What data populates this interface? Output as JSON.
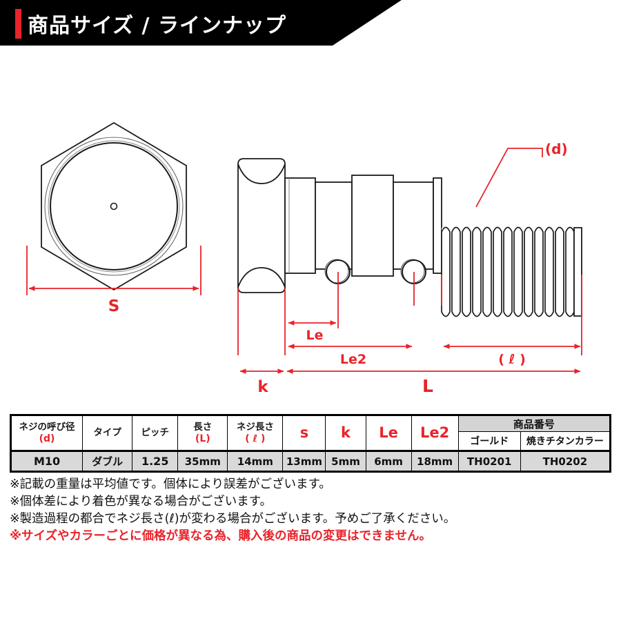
{
  "header": {
    "title": "商品サイズ / ラインナップ",
    "accent_color": "#e8232a",
    "background_color": "#000000",
    "text_color": "#ffffff"
  },
  "diagram": {
    "front_view": {
      "name": "hex-head-front-view",
      "dimension_label": "S"
    },
    "side_view": {
      "name": "banjo-bolt-side-view",
      "labels": {
        "thread_diameter": "(d)",
        "head_height": "k",
        "port_one": "Le",
        "port_two": "Le2",
        "thread_length": "( ℓ )",
        "overall_length": "L"
      }
    },
    "line_color": "#1a1a1a",
    "dimension_color": "#e8232a"
  },
  "table": {
    "headers": [
      {
        "main": "ネジの呼び径",
        "sub": "(d)",
        "sub_red": true
      },
      {
        "main": "タイプ",
        "sub": "",
        "sub_red": false
      },
      {
        "main": "ピッチ",
        "sub": "",
        "sub_red": false
      },
      {
        "main": "長さ",
        "sub": "(L)",
        "sub_red": true
      },
      {
        "main": "ネジ長さ",
        "sub": "( ℓ )",
        "sub_red": true
      }
    ],
    "red_headers": [
      "s",
      "k",
      "Le",
      "Le2"
    ],
    "product_group_label": "商品番号",
    "product_sub_headers": [
      "ゴールド",
      "焼きチタンカラー"
    ],
    "row": {
      "diameter": "M10",
      "type": "ダブル",
      "pitch": "1.25",
      "length": "35mm",
      "thread_length": "14mm",
      "s": "13mm",
      "k": "5mm",
      "le": "6mm",
      "le2": "18mm",
      "code_gold": "TH0201",
      "code_titanium": "TH0202"
    }
  },
  "notes": [
    {
      "text": "※記載の重量は平均値です。個体により誤差がございます。",
      "red": false
    },
    {
      "text": "※個体差により着色が異なる場合がございます。",
      "red": false
    },
    {
      "text": "※製造過程の都合でネジ長さ(ℓ)が変わる場合がございます。予めご了承ください。",
      "red": false
    },
    {
      "text": "※サイズやカラーごとに価格が異なる為、購入後の商品の変更はできません。",
      "red": true
    }
  ]
}
